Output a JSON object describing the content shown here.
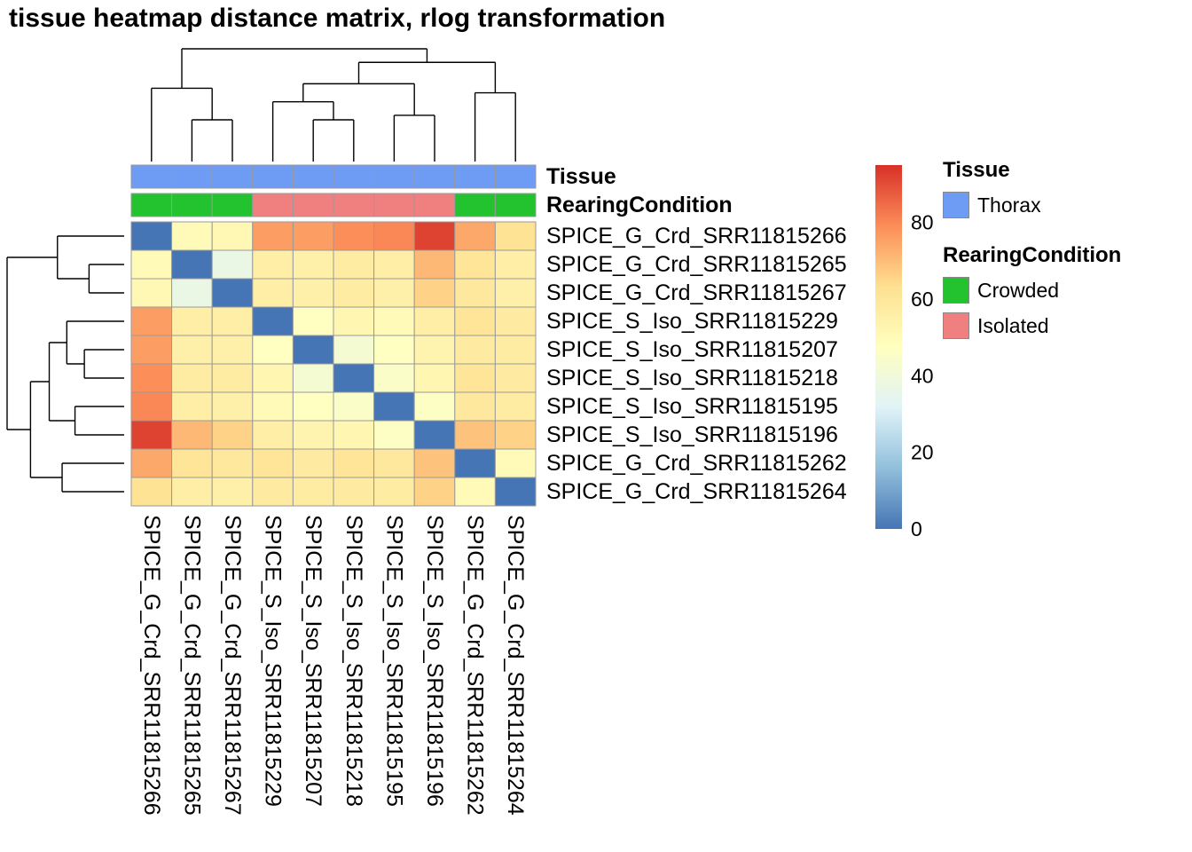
{
  "title": "tissue heatmap distance matrix, rlog transformation",
  "legend": {
    "tissue_title": "Tissue",
    "tissue_items": [
      {
        "label": "Thorax",
        "color": "#6E9BF3"
      }
    ],
    "rearing_title": "RearingCondition",
    "rearing_items": [
      {
        "label": "Crowded",
        "color": "#22C32E"
      },
      {
        "label": "Isolated",
        "color": "#F08080"
      }
    ]
  },
  "chart_data": {
    "type": "heatmap",
    "title": "tissue heatmap distance matrix, rlog transformation",
    "columns": [
      "SPICE_G_Crd_SRR11815266",
      "SPICE_G_Crd_SRR11815265",
      "SPICE_G_Crd_SRR11815267",
      "SPICE_S_Iso_SRR11815229",
      "SPICE_S_Iso_SRR11815207",
      "SPICE_S_Iso_SRR11815218",
      "SPICE_S_Iso_SRR11815195",
      "SPICE_S_Iso_SRR11815196",
      "SPICE_G_Crd_SRR11815262",
      "SPICE_G_Crd_SRR11815264"
    ],
    "rows": [
      "SPICE_G_Crd_SRR11815266",
      "SPICE_G_Crd_SRR11815265",
      "SPICE_G_Crd_SRR11815267",
      "SPICE_S_Iso_SRR11815229",
      "SPICE_S_Iso_SRR11815207",
      "SPICE_S_Iso_SRR11815218",
      "SPICE_S_Iso_SRR11815195",
      "SPICE_S_Iso_SRR11815196",
      "SPICE_G_Crd_SRR11815262",
      "SPICE_G_Crd_SRR11815264"
    ],
    "matrix": [
      [
        0,
        50,
        51,
        76,
        76,
        79,
        80,
        92,
        74,
        62
      ],
      [
        50,
        0,
        37,
        56,
        55,
        57,
        56,
        71,
        61,
        56
      ],
      [
        51,
        37,
        0,
        56,
        55,
        57,
        55,
        66,
        59,
        55
      ],
      [
        76,
        56,
        56,
        0,
        47,
        52,
        50,
        56,
        61,
        58
      ],
      [
        76,
        55,
        55,
        47,
        0,
        42,
        47,
        53,
        58,
        57
      ],
      [
        79,
        57,
        57,
        52,
        42,
        0,
        45,
        52,
        61,
        58
      ],
      [
        80,
        56,
        55,
        50,
        47,
        45,
        0,
        46,
        59,
        57
      ],
      [
        92,
        71,
        66,
        56,
        53,
        52,
        46,
        0,
        69,
        66
      ],
      [
        74,
        61,
        59,
        61,
        58,
        61,
        59,
        69,
        0,
        50
      ],
      [
        62,
        56,
        55,
        58,
        57,
        58,
        57,
        66,
        50,
        0
      ]
    ],
    "value_domain": [
      0,
      95
    ],
    "palette_low_to_high": [
      "#4575B4",
      "#91BFDB",
      "#E0F3F8",
      "#FFFFBF",
      "#FEE090",
      "#FC8D59",
      "#D73027"
    ],
    "colorbar_ticks": [
      0,
      20,
      40,
      60,
      80
    ],
    "annotation_row_labels": [
      "Tissue",
      "RearingCondition"
    ],
    "column_annotations": {
      "Tissue": [
        "Thorax",
        "Thorax",
        "Thorax",
        "Thorax",
        "Thorax",
        "Thorax",
        "Thorax",
        "Thorax",
        "Thorax",
        "Thorax"
      ],
      "RearingCondition": [
        "Crowded",
        "Crowded",
        "Crowded",
        "Isolated",
        "Isolated",
        "Isolated",
        "Isolated",
        "Isolated",
        "Crowded",
        "Crowded"
      ]
    },
    "annotation_colors": {
      "Tissue": {
        "Thorax": "#6E9BF3"
      },
      "RearingCondition": {
        "Crowded": "#22C32E",
        "Isolated": "#F08080"
      }
    },
    "col_dendrogram": {
      "h": 1.0,
      "children": [
        {
          "h": 0.65,
          "children": [
            {
              "leaf": 0
            },
            {
              "h": 0.37,
              "children": [
                {
                  "leaf": 1
                },
                {
                  "leaf": 2
                }
              ]
            }
          ]
        },
        {
          "h": 0.88,
          "children": [
            {
              "h": 0.69,
              "children": [
                {
                  "h": 0.53,
                  "children": [
                    {
                      "leaf": 3
                    },
                    {
                      "h": 0.37,
                      "children": [
                        {
                          "leaf": 4
                        },
                        {
                          "leaf": 5
                        }
                      ]
                    }
                  ]
                },
                {
                  "h": 0.41,
                  "children": [
                    {
                      "leaf": 6
                    },
                    {
                      "leaf": 7
                    }
                  ]
                }
              ]
            },
            {
              "h": 0.61,
              "children": [
                {
                  "leaf": 8
                },
                {
                  "leaf": 9
                }
              ]
            }
          ]
        }
      ]
    },
    "row_dendrogram": {
      "h": 1.0,
      "children": [
        {
          "h": 0.57,
          "children": [
            {
              "leaf": 0
            },
            {
              "h": 0.3,
              "children": [
                {
                  "leaf": 1
                },
                {
                  "leaf": 2
                }
              ]
            }
          ]
        },
        {
          "h": 0.8,
          "children": [
            {
              "h": 0.64,
              "children": [
                {
                  "h": 0.49,
                  "children": [
                    {
                      "leaf": 3
                    },
                    {
                      "h": 0.34,
                      "children": [
                        {
                          "leaf": 4
                        },
                        {
                          "leaf": 5
                        }
                      ]
                    }
                  ]
                },
                {
                  "h": 0.42,
                  "children": [
                    {
                      "leaf": 6
                    },
                    {
                      "leaf": 7
                    }
                  ]
                }
              ]
            },
            {
              "h": 0.53,
              "children": [
                {
                  "leaf": 8
                },
                {
                  "leaf": 9
                }
              ]
            }
          ]
        }
      ]
    }
  }
}
